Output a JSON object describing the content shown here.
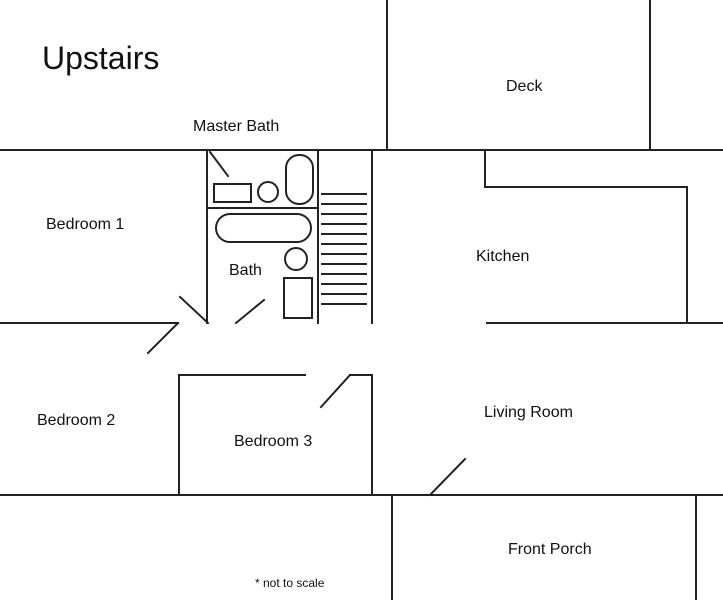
{
  "title": "Upstairs",
  "rooms": {
    "deck": "Deck",
    "master_bath": "Master Bath",
    "bedroom_1": "Bedroom 1",
    "bath": "Bath",
    "kitchen": "Kitchen",
    "bedroom_2": "Bedroom 2",
    "bedroom_3": "Bedroom 3",
    "living_room": "Living Room",
    "front_porch": "Front Porch"
  },
  "note": "* not to scale"
}
